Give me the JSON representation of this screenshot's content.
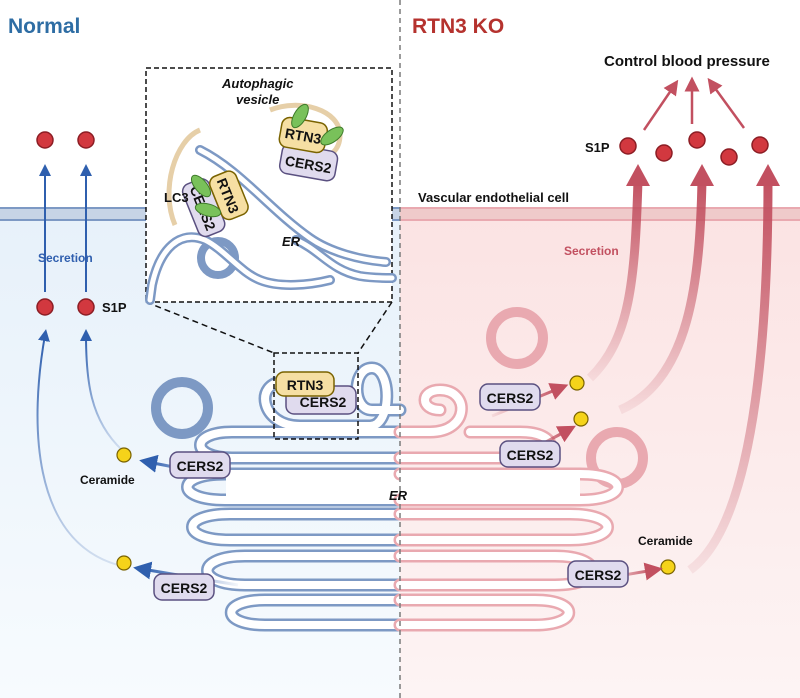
{
  "left_panel": {
    "title": "Normal",
    "secretion_label": "Secretion",
    "s1p_label": "S1P",
    "ceramide_label": "Ceramide",
    "er_label": "ER",
    "cers2_label": "CERS2",
    "rtn3_label": "RTN3"
  },
  "right_panel": {
    "title": "RTN3 KO",
    "control_label": "Control blood pressure",
    "s1p_label": "S1P",
    "secretion_label": "Secretion",
    "ceramide_label": "Ceramide",
    "cell_label": "Vascular endothelial cell",
    "cers2_label": "CERS2"
  },
  "inset": {
    "autophagic_label": "Autophagic",
    "vesicle_label": "vesicle",
    "lc3_label": "LC3",
    "er_label": "ER",
    "rtn3_label": "RTN3",
    "cers2_label": "CERS2"
  },
  "colors": {
    "normal_title": "#2e6da4",
    "ko_title": "#b5322e",
    "s1p_dot": "#d2383f",
    "ceramide_dot": "#f5d31a",
    "normal_arrow": "#2f5fae",
    "ko_arrow": "#c25060",
    "er_blue": "#7d99c4",
    "er_pink": "#e9a9b0",
    "cers2_fill": "#e0dbee",
    "rtn3_fill": "#f6dfa3",
    "lc3_green": "#79c15a"
  }
}
